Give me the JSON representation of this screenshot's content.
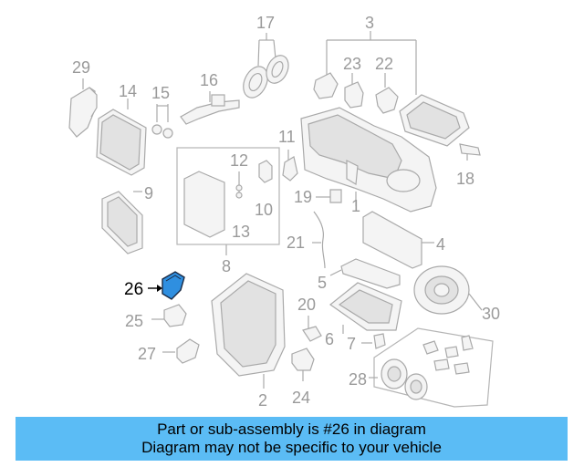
{
  "callouts": {
    "c1": "1",
    "c2": "2",
    "c3": "3",
    "c4": "4",
    "c5": "5",
    "c6": "6",
    "c7": "7",
    "c8": "8",
    "c9": "9",
    "c10": "10",
    "c11": "11",
    "c12": "12",
    "c13": "13",
    "c14": "14",
    "c15": "15",
    "c16": "16",
    "c17": "17",
    "c18": "18",
    "c19": "19",
    "c20": "20",
    "c21": "21",
    "c22": "22",
    "c23": "23",
    "c24": "24",
    "c25": "25",
    "c26": "26",
    "c27": "27",
    "c28": "28",
    "c29": "29",
    "c30": "30"
  },
  "highlight": {
    "part_number": "26",
    "color": "#2f8fe0"
  },
  "banner": {
    "line1": "Part or sub-assembly is #26 in diagram",
    "line2": "Diagram may not be specific to your vehicle",
    "color": "#5bbcf5"
  }
}
